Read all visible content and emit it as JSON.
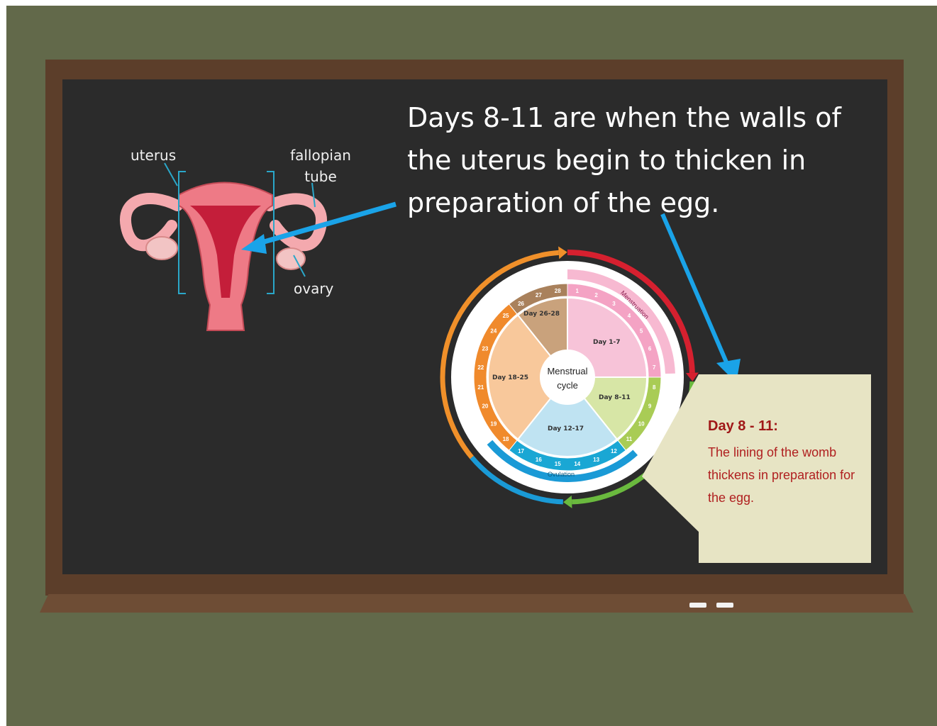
{
  "heading": "Days 8-11 are when the walls of the uterus begin to thicken in preparation of the egg.",
  "anatomy_labels": {
    "uterus": "uterus",
    "fallopian_tube_line1": "fallopian",
    "fallopian_tube_line2": "tube",
    "ovary": "ovary"
  },
  "cycle": {
    "center_line1": "Menstrual",
    "center_line2": "cycle",
    "phase_labels": {
      "days_1_7": "Day 1-7",
      "days_8_11": "Day 8-11",
      "days_12_17": "Day 12-17",
      "days_18_25": "Day 18-25",
      "days_26_28": "Day 26-28"
    },
    "menstruation": "Menstruation",
    "ovulation": "Ovulation",
    "days": [
      "1",
      "2",
      "3",
      "4",
      "5",
      "6",
      "7",
      "8",
      "9",
      "10",
      "11",
      "12",
      "13",
      "14",
      "15",
      "16",
      "17",
      "18",
      "19",
      "20",
      "21",
      "22",
      "23",
      "24",
      "25",
      "26",
      "27",
      "28"
    ],
    "colors": {
      "menstruation": "#f7c3d8",
      "follicular": "#d7e6a6",
      "ovulation": "#bfe3f2",
      "luteal": "#f8c89b",
      "premenstrual": "#c9a27c",
      "arc_red": "#d6202f",
      "arc_green": "#6ab93e",
      "arc_blue": "#1a9ad6",
      "arc_orange": "#f0902a"
    }
  },
  "card": {
    "title": "Day 8 - 11:",
    "body": "The lining of the womb thickens in preparation for the egg."
  },
  "colors": {
    "wall": "#62694a",
    "frame": "#5c3e2a",
    "board": "#2b2b2b",
    "arrow": "#1aa3e8",
    "card_bg": "#e7e4c4",
    "card_text": "#b02020"
  }
}
